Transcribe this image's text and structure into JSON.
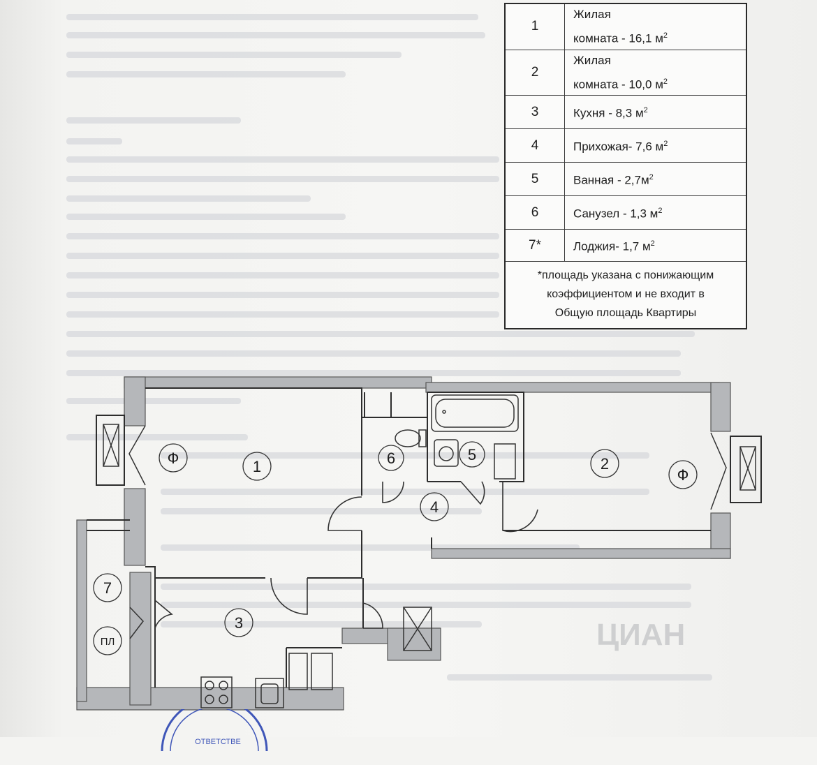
{
  "areas_table": {
    "rows": [
      {
        "num": "1",
        "line1": "Жилая",
        "line2": "комната - 16,1 м",
        "sup": "2"
      },
      {
        "num": "2",
        "line1": "Жилая",
        "line2": "комната - 10,0 м",
        "sup": "2"
      },
      {
        "num": "3",
        "line1": "Кухня - 8,3 м",
        "line2": "",
        "sup": "2"
      },
      {
        "num": "4",
        "line1": "Прихожая- 7,6 м",
        "line2": "",
        "sup": "2"
      },
      {
        "num": "5",
        "line1": "Ванная - 2,7м",
        "line2": "",
        "sup": "2"
      },
      {
        "num": "6",
        "line1": "Санузел - 1,3 м",
        "line2": "",
        "sup": "2"
      },
      {
        "num": "7*",
        "line1": "Лоджия- 1,7 м",
        "line2": "",
        "sup": "2"
      }
    ],
    "note_line1": "*площадь указана с понижающим",
    "note_line2": "коэффициентом и не входит в",
    "note_line3": "Общую площадь Квартиры"
  },
  "plan": {
    "rooms": {
      "r1": "1",
      "r2": "2",
      "r3": "3",
      "r4": "4",
      "r5": "5",
      "r6": "6",
      "r7": "7"
    },
    "window_mark_left": "Ф",
    "window_mark_right": "Ф",
    "loggia_tag": "ПЛ"
  },
  "watermark": "ЦИАН",
  "stamp_text": "ОТВЕТСТВЕ"
}
